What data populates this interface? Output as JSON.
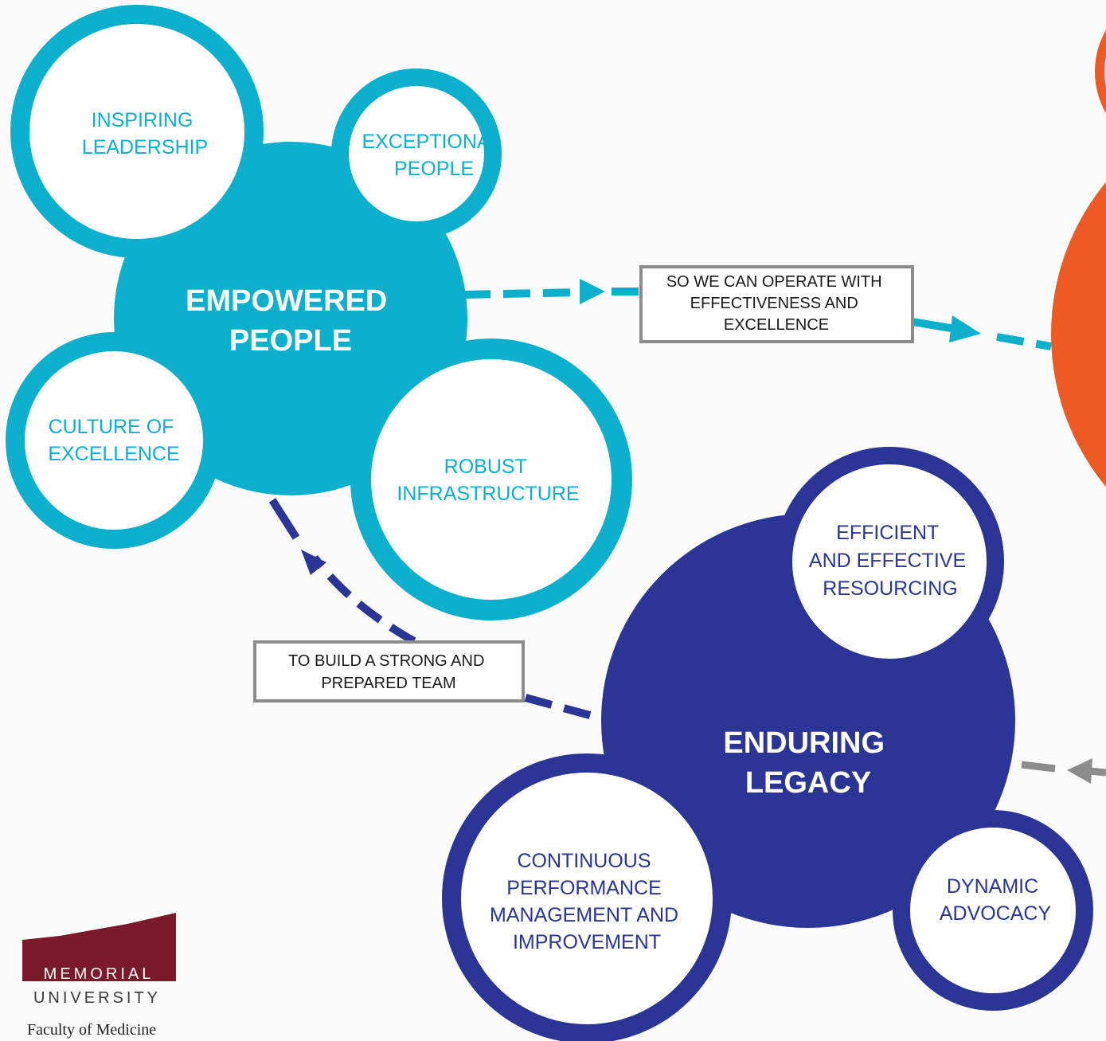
{
  "colors": {
    "cyan": "#0db0cc",
    "navy": "#2b3595",
    "orange": "#ef5a24",
    "grey_arrow": "#8c8c8c",
    "logo_maroon": "#7a1a2b"
  },
  "empowered_people": {
    "title_line1": "EMPOWERED",
    "title_line2": "PEOPLE",
    "inspiring_leadership": [
      "INSPIRING",
      "LEADERSHIP"
    ],
    "exceptional_people": [
      "EXCEPTIONAL",
      "PEOPLE"
    ],
    "culture_of_excellence": [
      "CULTURE OF",
      "EXCELLENCE"
    ],
    "robust_infrastructure": [
      "ROBUST",
      "INFRASTRUCTURE"
    ]
  },
  "enduring_legacy": {
    "title_line1": "ENDURING",
    "title_line2": "LEGACY",
    "efficient_resourcing": [
      "EFFICIENT",
      "AND EFFECTIVE",
      "RESOURCING"
    ],
    "continuous_performance": [
      "CONTINUOUS",
      "PERFORMANCE",
      "MANAGEMENT AND",
      "IMPROVEMENT"
    ],
    "dynamic_advocacy": [
      "DYNAMIC",
      "ADVOCACY"
    ]
  },
  "connectors": {
    "operate_label": [
      "SO WE CAN OPERATE WITH",
      "EFFECTIVENESS AND",
      "EXCELLENCE"
    ],
    "team_label": [
      "TO BUILD A STRONG AND",
      "PREPARED TEAM"
    ]
  },
  "logo": {
    "line1": "MEMORIAL",
    "line2": "UNIVERSITY",
    "line3": "Faculty of Medicine"
  }
}
